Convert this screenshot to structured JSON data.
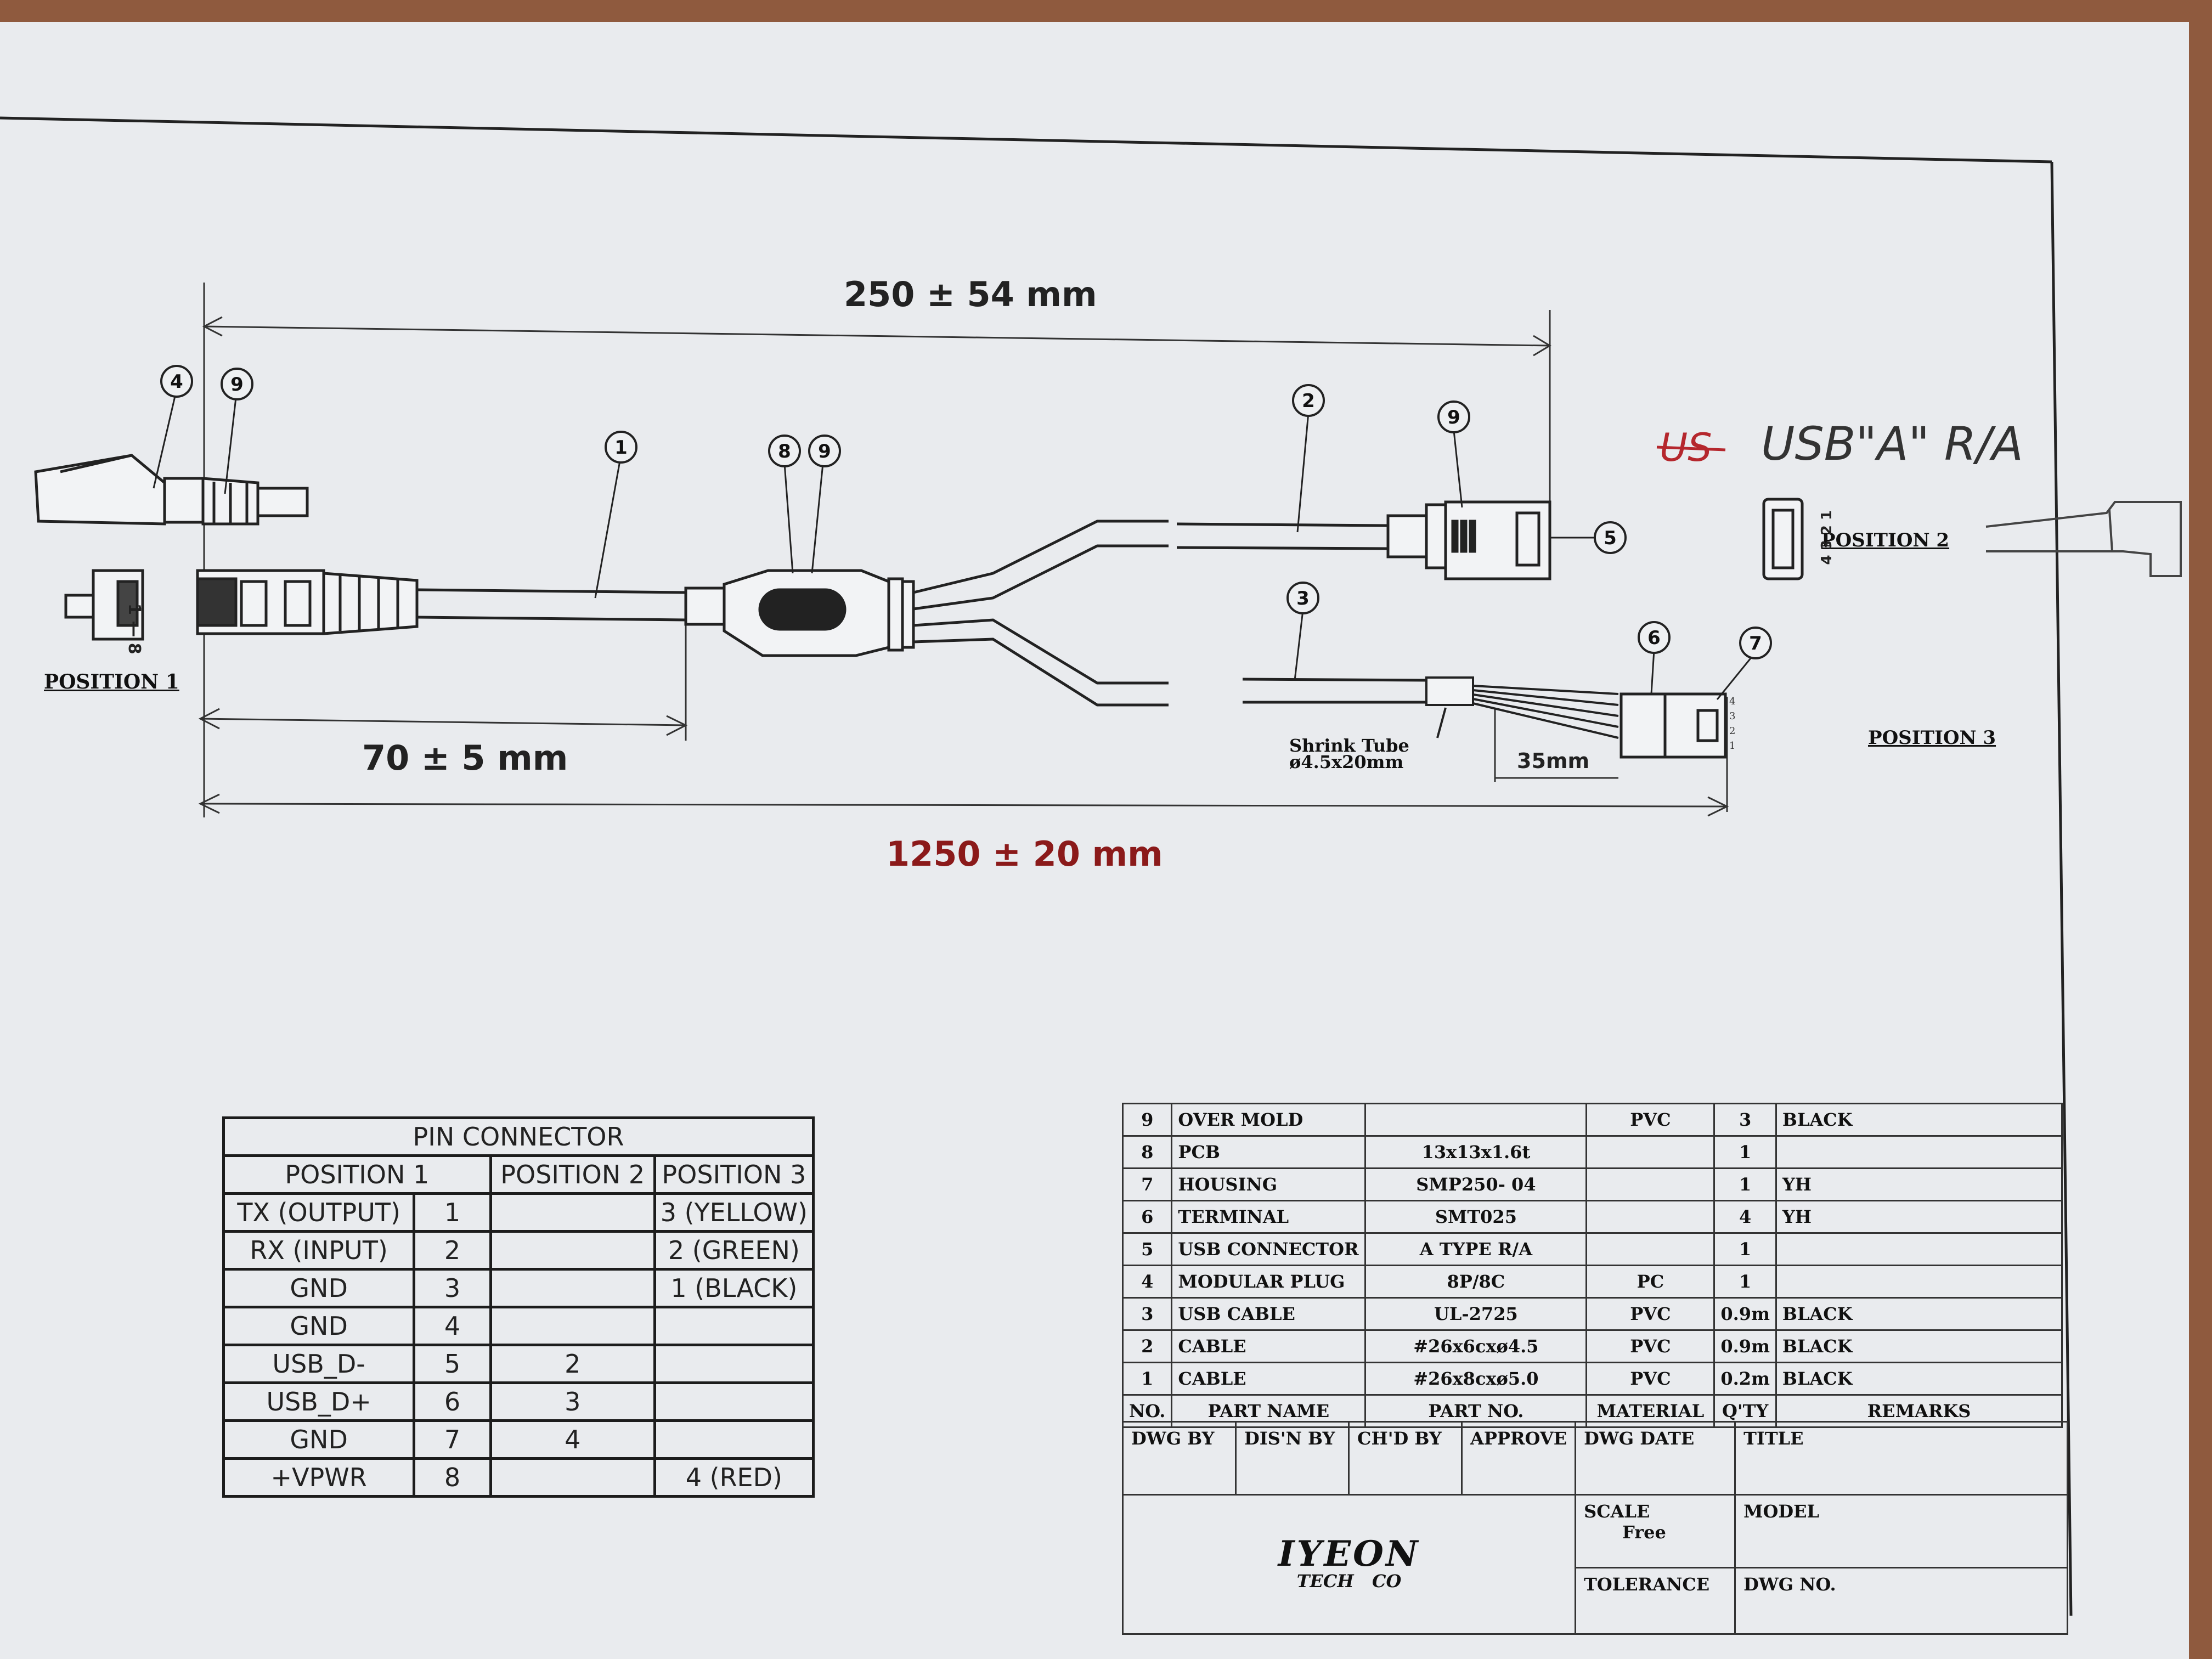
{
  "dimensions": {
    "top": "250 ± 54 mm",
    "left": "70 ± 5 mm",
    "overall": "1250 ± 20 mm",
    "terminal": "35mm"
  },
  "callouts": [
    "1",
    "2",
    "3",
    "4",
    "5",
    "6",
    "7",
    "8",
    "9"
  ],
  "labels": {
    "position1": "POSITION 1",
    "position2": "POSITION 2",
    "position3": "POSITION 3",
    "pin_range": "1 — 8",
    "usb_pins": "4 3 2 1",
    "header_pins": "4 3 2 1",
    "shrink_tube_line1": "Shrink Tube",
    "shrink_tube_line2": "ø4.5x20mm"
  },
  "handwriting": {
    "struck": "US",
    "note": "USB\"A\" R/A"
  },
  "pin_connector": {
    "title": "PIN CONNECTOR",
    "headers": [
      "POSITION 1",
      "POSITION 2",
      "POSITION 3"
    ],
    "rows": [
      {
        "signal": "TX (OUTPUT)",
        "p1": "1",
        "p2": "",
        "p3": "3 (YELLOW)"
      },
      {
        "signal": "RX (INPUT)",
        "p1": "2",
        "p2": "",
        "p3": "2 (GREEN)"
      },
      {
        "signal": "GND",
        "p1": "3",
        "p2": "",
        "p3": "1 (BLACK)"
      },
      {
        "signal": "GND",
        "p1": "4",
        "p2": "",
        "p3": ""
      },
      {
        "signal": "USB_D-",
        "p1": "5",
        "p2": "2",
        "p3": ""
      },
      {
        "signal": "USB_D+",
        "p1": "6",
        "p2": "3",
        "p3": ""
      },
      {
        "signal": "GND",
        "p1": "7",
        "p2": "4",
        "p3": ""
      },
      {
        "signal": "+VPWR",
        "p1": "8",
        "p2": "",
        "p3": "4 (RED)"
      }
    ]
  },
  "bom": {
    "headers": [
      "NO.",
      "PART NAME",
      "PART NO.",
      "MATERIAL",
      "Q'TY",
      "REMARKS"
    ],
    "rows": [
      {
        "no": "9",
        "name": "OVER MOLD",
        "part": "",
        "material": "PVC",
        "qty": "3",
        "remarks": "BLACK"
      },
      {
        "no": "8",
        "name": "PCB",
        "part": "13x13x1.6t",
        "material": "",
        "qty": "1",
        "remarks": ""
      },
      {
        "no": "7",
        "name": "HOUSING",
        "part": "SMP250- 04",
        "material": "",
        "qty": "1",
        "remarks": "YH"
      },
      {
        "no": "6",
        "name": "TERMINAL",
        "part": "SMT025",
        "material": "",
        "qty": "4",
        "remarks": "YH"
      },
      {
        "no": "5",
        "name": "USB CONNECTOR",
        "part": "A TYPE R/A",
        "material": "",
        "qty": "1",
        "remarks": ""
      },
      {
        "no": "4",
        "name": "MODULAR PLUG",
        "part": "8P/8C",
        "material": "PC",
        "qty": "1",
        "remarks": ""
      },
      {
        "no": "3",
        "name": "USB CABLE",
        "part": "UL-2725",
        "material": "PVC",
        "qty": "0.9m",
        "remarks": "BLACK"
      },
      {
        "no": "2",
        "name": "CABLE",
        "part": "#26x6cxø4.5",
        "material": "PVC",
        "qty": "0.9m",
        "remarks": "BLACK"
      },
      {
        "no": "1",
        "name": "CABLE",
        "part": "#26x8cxø5.0",
        "material": "PVC",
        "qty": "0.2m",
        "remarks": "BLACK"
      }
    ]
  },
  "title_block": {
    "dwg_by": "DWG BY",
    "dsn_by": "DIS'N BY",
    "chd_by": "CH'D BY",
    "approve": "APPROVE",
    "dwg_date": "DWG DATE",
    "title": "TITLE",
    "scale": "SCALE",
    "scale_value": "Free",
    "model": "MODEL",
    "tolerance": "TOLERANCE",
    "dwg_no": "DWG NO.",
    "company": "IYEON",
    "company_sub": "TECH   CO"
  }
}
